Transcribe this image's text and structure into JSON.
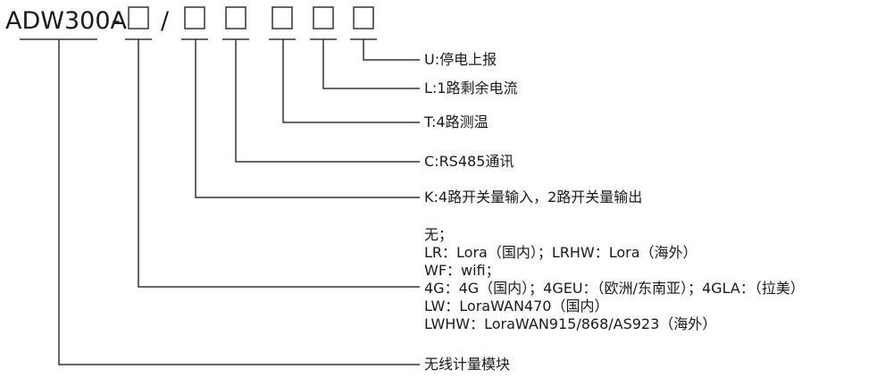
{
  "model": "ADW300A",
  "separator_dash": "-",
  "separator_slash": "/",
  "options": [
    {
      "text": "U:停电上报"
    },
    {
      "text": "L:1路剩余电流"
    },
    {
      "text": "T:4路测温"
    },
    {
      "text": "C:RS485通讯"
    },
    {
      "text": "K:4路开关量输入，2路开关量输出"
    },
    {
      "text": "无；"
    },
    {
      "text": "LR：Lora（国内）；LRHW：Lora（海外）"
    },
    {
      "text": "WF：wifi；"
    },
    {
      "text": "4G：4G（国内）；4GEU：（欧洲/东南亚）；4GLA：（拉美）"
    },
    {
      "text": "LW：LoraWAN470（国内）"
    },
    {
      "text": "LWHW：LoraWAN915/868/AS923（海外）"
    },
    {
      "text": "无线计量模块"
    }
  ]
}
